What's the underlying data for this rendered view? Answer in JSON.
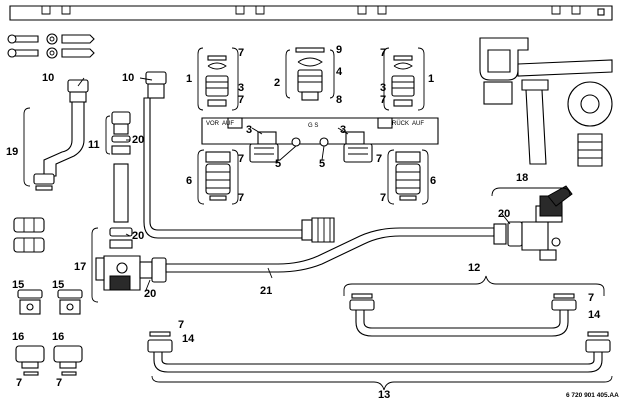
{
  "callouts": {
    "c1": "1",
    "c2": "2",
    "c3": "3",
    "c4": "4",
    "c5": "5",
    "c6": "6",
    "c7": "7",
    "c8": "8",
    "c9": "9",
    "c10": "10",
    "c11": "11",
    "c12": "12",
    "c13": "13",
    "c14": "14",
    "c15": "15",
    "c16": "16",
    "c17": "17",
    "c18": "18",
    "c19": "19",
    "c20": "20",
    "c21": "21"
  },
  "manifold": {
    "vor": "VOR",
    "auf_left": "AUF",
    "gs": "G S",
    "ruck": "RÜCK",
    "auf_right": "AUF"
  },
  "footer": {
    "code": "6 720 901 405.AA"
  }
}
